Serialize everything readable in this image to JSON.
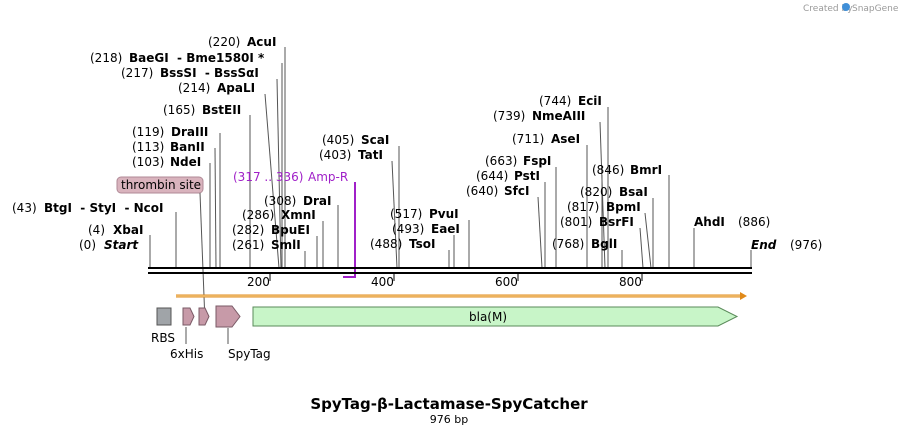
{
  "header": {
    "credit_prefix": "Created by",
    "credit_brand": "SnapGene"
  },
  "map": {
    "title": "SpyTag-β-Lactamase-SpyCatcher",
    "length_label": "976 bp",
    "length_bp": 976,
    "ruler_ticks": [
      "200",
      "400",
      "600",
      "800"
    ],
    "start_label": "Start",
    "start_pos": "(0)",
    "end_label": "End",
    "end_pos": "(976)"
  },
  "enzymes": [
    {
      "pos": "(220)",
      "name": "AcuI",
      "site": 220
    },
    {
      "pos": "(218)",
      "name": "BaeGI  - Bme1580I *",
      "site": 218
    },
    {
      "pos": "(217)",
      "name": "BssSI  - BssSαI",
      "site": 217
    },
    {
      "pos": "(214)",
      "name": "ApaLI",
      "site": 214
    },
    {
      "pos": "(165)",
      "name": "BstEII",
      "site": 165
    },
    {
      "pos": "(119)",
      "name": "DraIII",
      "site": 119
    },
    {
      "pos": "(113)",
      "name": "BanII",
      "site": 113
    },
    {
      "pos": "(103)",
      "name": "NdeI",
      "site": 103
    },
    {
      "pos": "(43)",
      "name": "BtgI  - StyI  - NcoI",
      "site": 43
    },
    {
      "pos": "(4)",
      "name": "XbaI",
      "site": 4
    },
    {
      "pos": "(308)",
      "name": "DraI",
      "site": 308
    },
    {
      "pos": "(286)",
      "name": "XmnI",
      "site": 286
    },
    {
      "pos": "(282)",
      "name": "BpuEI",
      "site": 282
    },
    {
      "pos": "(261)",
      "name": "SmlI",
      "site": 261
    },
    {
      "pos": "(405)",
      "name": "ScaI",
      "site": 405
    },
    {
      "pos": "(403)",
      "name": "TatI",
      "site": 403
    },
    {
      "pos": "(517)",
      "name": "PvuI",
      "site": 517
    },
    {
      "pos": "(493)",
      "name": "EaeI",
      "site": 493
    },
    {
      "pos": "(488)",
      "name": "TsoI",
      "site": 488
    },
    {
      "pos": "(744)",
      "name": "EciI",
      "site": 744
    },
    {
      "pos": "(739)",
      "name": "NmeAIII",
      "site": 739
    },
    {
      "pos": "(711)",
      "name": "AseI",
      "site": 711
    },
    {
      "pos": "(663)",
      "name": "FspI",
      "site": 663
    },
    {
      "pos": "(644)",
      "name": "PstI",
      "site": 644
    },
    {
      "pos": "(640)",
      "name": "SfcI",
      "site": 640
    },
    {
      "pos": "(846)",
      "name": "BmrI",
      "site": 846
    },
    {
      "pos": "(820)",
      "name": "BsaI",
      "site": 820
    },
    {
      "pos": "(817)",
      "name": "BpmI",
      "site": 817
    },
    {
      "pos": "(801)",
      "name": "BsrFI",
      "site": 801
    },
    {
      "pos": "(768)",
      "name": "BglI",
      "site": 768
    },
    {
      "pos": "(886)",
      "name": "AhdI",
      "site": 886
    }
  ],
  "primer": {
    "name": "Amp-R",
    "range": "(317 .. 336)"
  },
  "site_tag": {
    "label": "thrombin site"
  },
  "features": {
    "rbs": "RBS",
    "his": "6xHis",
    "spytag": "SpyTag",
    "bla": "bla(M)"
  },
  "colors": {
    "rbs": "#a0a4a8",
    "tag_feature": "#c79aa8",
    "bla": "#c8f5c8",
    "orf": "#e08a1a",
    "primer": "#a020c8",
    "site_tag_fill": "#d9b3bd"
  }
}
